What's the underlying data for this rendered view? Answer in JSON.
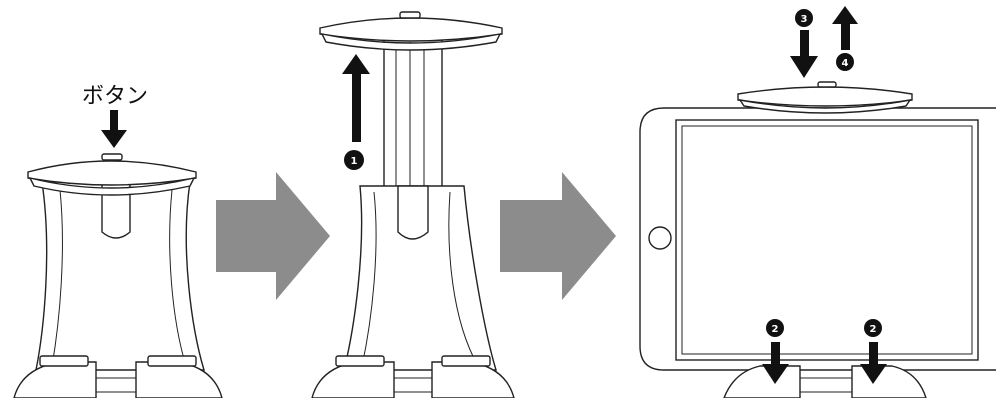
{
  "button_label": "ボタン",
  "steps": {
    "step1": "1",
    "step2": "2",
    "step3": "3",
    "step4": "4"
  },
  "colors": {
    "line": "#222222",
    "arrow_gray": "#8c8c8c",
    "fill": "#ffffff",
    "badge": "#111111"
  },
  "icons": [
    "down-arrow-icon",
    "up-arrow-icon",
    "right-arrow-icon",
    "numbered-badge-icon"
  ]
}
